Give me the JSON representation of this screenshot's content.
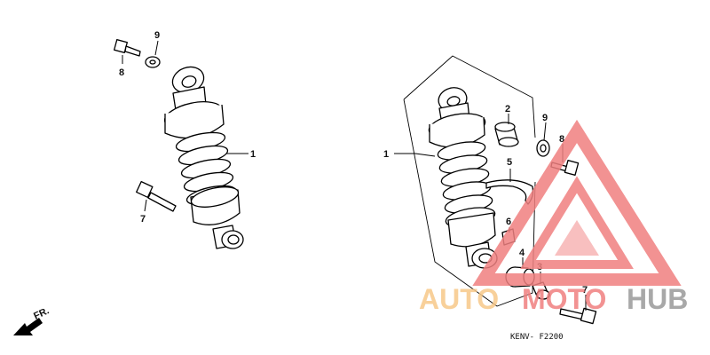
{
  "callouts": {
    "left": {
      "n1": "1",
      "n7": "7",
      "n8": "8",
      "n9": "9"
    },
    "right": {
      "n1": "1",
      "n2": "2",
      "n3": "3",
      "n4": "4",
      "n5": "5",
      "n6": "6",
      "n7": "7",
      "n8": "8",
      "n9": "9"
    }
  },
  "direction_label": "FR.",
  "diagram_code": "KENV- F2200",
  "watermark": {
    "part1": "AUTO",
    "part2": "MOTO",
    "part3": "HUB"
  },
  "colors": {
    "watermark_orange": "#f7c889",
    "watermark_red": "#f08080",
    "watermark_gray": "#9a9a9a",
    "ink": "#000000"
  }
}
